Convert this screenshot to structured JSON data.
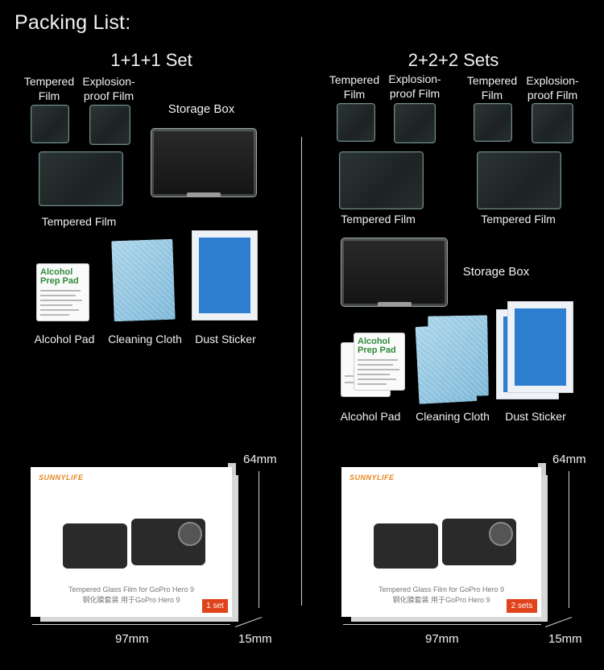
{
  "page": {
    "title": "Packing List:"
  },
  "left": {
    "title": "1+1+1 Set",
    "tempered_film": "Tempered\nFilm",
    "explosion_film": "Explosion-\nproof Film",
    "storage_box": "Storage Box",
    "tempered_film_large": "Tempered Film",
    "alcohol_pad": "Alcohol Pad",
    "cleaning_cloth": "Cleaning Cloth",
    "dust_sticker": "Dust Sticker",
    "box": {
      "brand": "SUNNYLIFE",
      "caption_en": "Tempered Glass Film for GoPro Hero 9",
      "caption_cn": "钢化膜套装 用于GoPro Hero 9",
      "badge": "1 set"
    },
    "dims": {
      "height": "64mm",
      "width": "97mm",
      "depth": "15mm"
    }
  },
  "right": {
    "title": "2+2+2 Sets",
    "tempered_film_1": "Tempered\nFilm",
    "explosion_film_1": "Explosion-\nproof Film",
    "tempered_film_2": "Tempered\nFilm",
    "explosion_film_2": "Explosion-\nproof Film",
    "tempered_film_large_1": "Tempered Film",
    "tempered_film_large_2": "Tempered Film",
    "storage_box": "Storage Box",
    "alcohol_pad": "Alcohol Pad",
    "cleaning_cloth": "Cleaning Cloth",
    "dust_sticker": "Dust Sticker",
    "box": {
      "brand": "SUNNYLIFE",
      "caption_en": "Tempered Glass Film for GoPro Hero 9",
      "caption_cn": "钢化膜套装 用于GoPro Hero 9",
      "badge": "2 sets"
    },
    "dims": {
      "height": "64mm",
      "width": "97mm",
      "depth": "15mm"
    }
  },
  "pad_text": {
    "title": "Alcohol\nPrep Pad"
  },
  "colors": {
    "background": "#000000",
    "sticker": "#2e7ed0",
    "badge": "#e0431b",
    "brand": "#e8851a"
  }
}
